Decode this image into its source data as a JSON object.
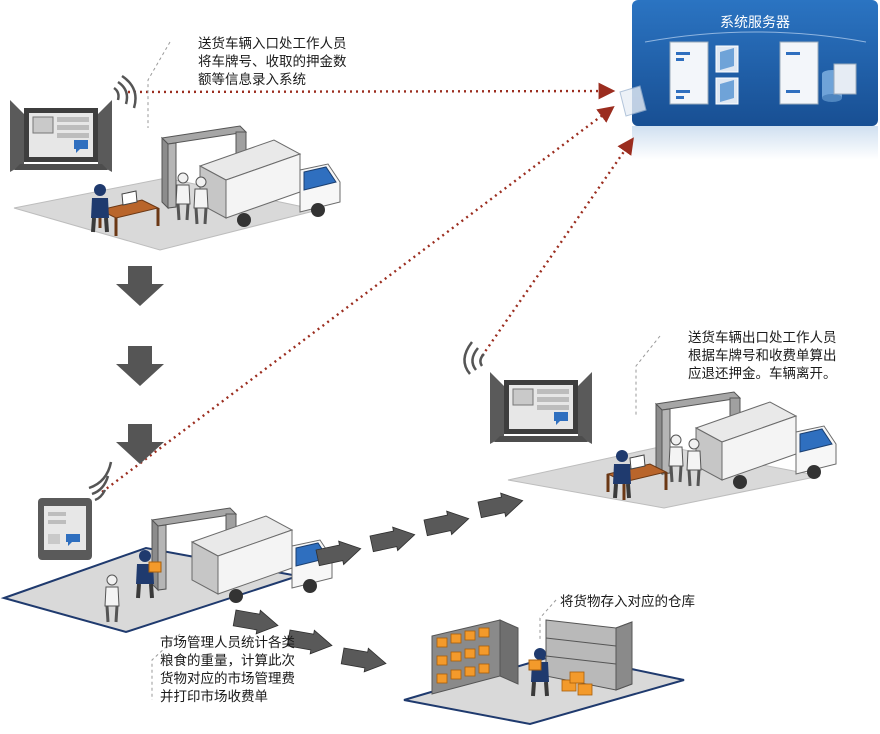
{
  "server": {
    "title": "系统服务器"
  },
  "captions": {
    "entrance": "送货车辆入口处工作人员\n将车牌号、收取的押金数\n额等信息录入系统",
    "exit": "送货车辆出口处工作人员\n根据车牌号和收费单算出\n应退还押金。车辆离开。",
    "weighing": "市场管理人员统计各类\n粮食的重量，计算此次\n货物对应的市场管理费\n并打印市场收费单",
    "warehouse": "将货物存入对应的仓库"
  },
  "colors": {
    "server_blue": "#1f63ad",
    "flow_arrow": "#595959",
    "data_link": "#9b2d1f",
    "cargo": "#f39a2b",
    "floor": "#d9d9d9",
    "floor_edge": "#1f3a6e"
  }
}
